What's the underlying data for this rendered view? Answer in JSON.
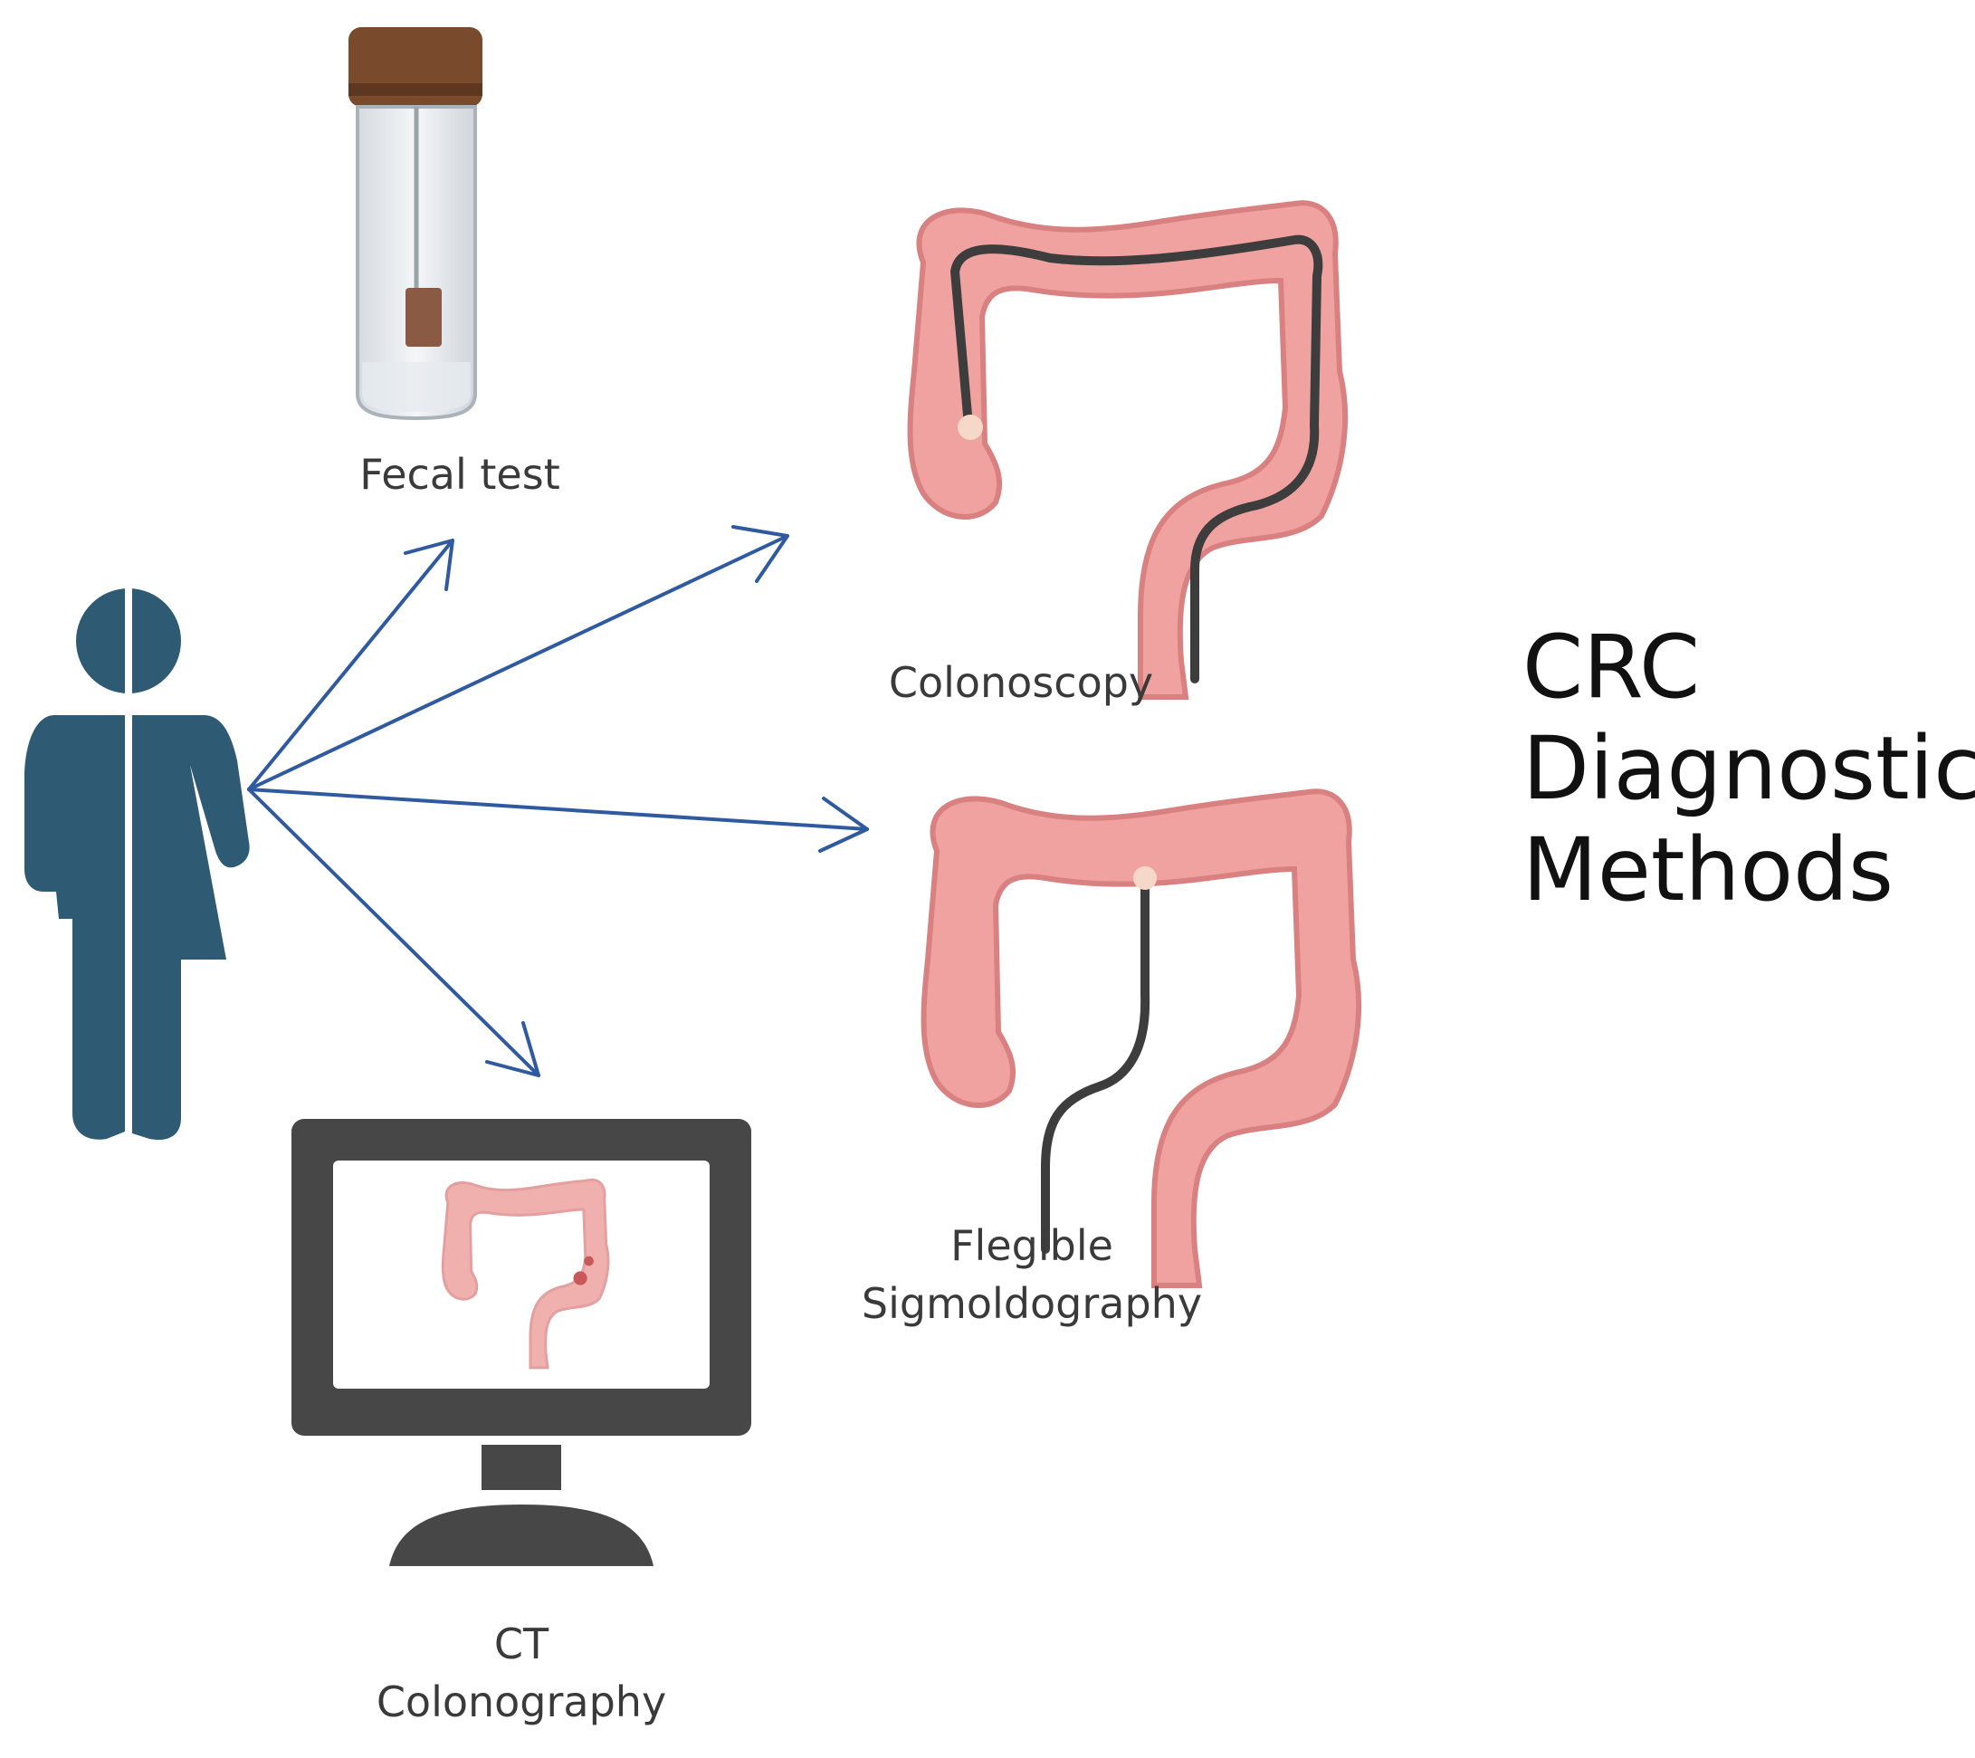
{
  "title": {
    "lines": [
      "CRC",
      "Diagnostic",
      "Methods"
    ]
  },
  "methods": {
    "fecal": {
      "label": "Fecal test"
    },
    "colonoscopy": {
      "label": "Colonoscopy"
    },
    "sigmoidography": {
      "lines": [
        "Flegible",
        "Sigmoldography"
      ]
    },
    "ct": {
      "lines": [
        "CT",
        "Colonography"
      ]
    }
  },
  "colors": {
    "person": "#2e5a74",
    "arrow": "#2f5aa0",
    "colon": "#f0a2a0",
    "colon_outline": "#d98080",
    "scope": "#3d3d3d",
    "monitor": "#474747",
    "tube_cap": "#7a4a2c",
    "stool": "#8a5a44"
  },
  "icons": [
    "person-icon",
    "fecal-tube-icon",
    "colon-icon",
    "monitor-icon"
  ]
}
